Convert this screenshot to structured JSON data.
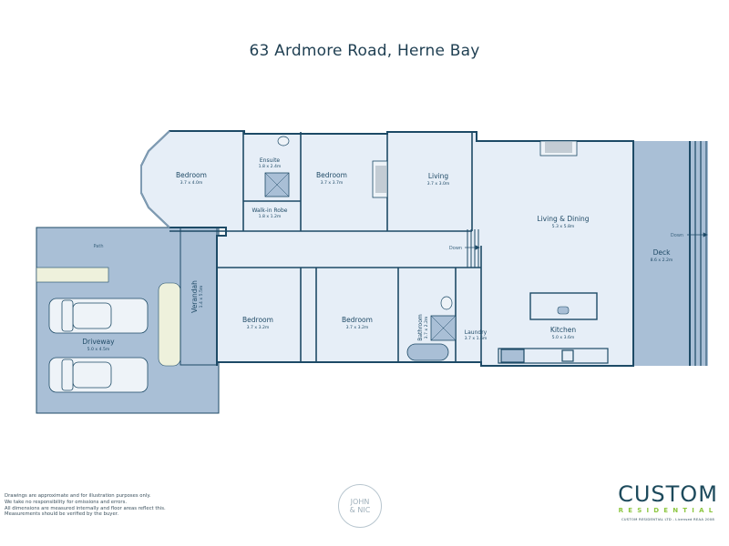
{
  "title": "63 Ardmore Road, Herne Bay",
  "rooms": {
    "bedroom_1": {
      "name": "Bedroom",
      "dims": "3.7 x 4.0m"
    },
    "ensuite": {
      "name": "Ensuite",
      "dims": "1.8 x 2.4m"
    },
    "walk_in_robe": {
      "name": "Walk-in Robe",
      "dims": "1.8 x 1.2m"
    },
    "bedroom_2": {
      "name": "Bedroom",
      "dims": "3.7 x 3.7m"
    },
    "living": {
      "name": "Living",
      "dims": "3.7 x 3.0m"
    },
    "living_dining": {
      "name": "Living & Dining",
      "dims": "5.3 x 5.8m"
    },
    "deck": {
      "name": "Deck",
      "dims": "8.6 x 2.2m"
    },
    "bedroom_3": {
      "name": "Bedroom",
      "dims": "3.7 x 3.2m"
    },
    "bedroom_4": {
      "name": "Bedroom",
      "dims": "3.7 x 3.2m"
    },
    "bathroom": {
      "name": "Bathroom",
      "dims": "3.7 x 2.2m"
    },
    "laundry": {
      "name": "Laundry",
      "dims": "3.7 x 1.6m"
    },
    "kitchen": {
      "name": "Kitchen",
      "dims": "5.0 x 3.6m"
    },
    "verandah": {
      "name": "Verandah",
      "dims": "1.4 x 5.5m"
    },
    "driveway": {
      "name": "Driveway",
      "dims": "5.0 x 4.5m"
    },
    "path": {
      "name": "Path"
    }
  },
  "annotations": {
    "down_hall": "Down",
    "down_deck": "Down"
  },
  "disclaimer": [
    "Drawings are approximate and for illustration purposes only.",
    "We take no responsibility for omissions and errors.",
    "All dimensions are measured internally and floor areas reflect this.",
    "Measurements should be verified by the buyer."
  ],
  "badge": {
    "line1": "JOHN",
    "line2": "& NIC"
  },
  "brand": {
    "name": "CUSTOM",
    "sub": "RESIDENTIAL",
    "license": "CUSTOM RESIDENTIAL LTD - Licensed REAA 2008"
  },
  "colors": {
    "interior": "#e6eef7",
    "exterior": "#a9bfd6",
    "wall": "#1d4a66",
    "text": "#1f4a66",
    "path_strip": "#eef1dc",
    "brand_green": "#8cc63f"
  }
}
